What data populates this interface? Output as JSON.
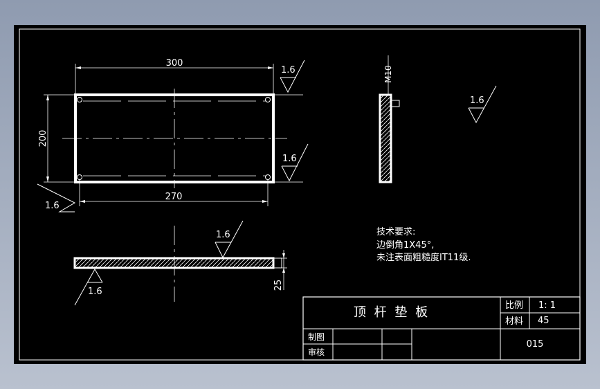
{
  "colors": {
    "background": "#000000",
    "lines": "#ffffff",
    "desktop": "#a3adbf"
  },
  "dimensions": {
    "width_top": "300",
    "width_holes": "270",
    "height": "200",
    "thickness": "25",
    "thread": "M10"
  },
  "roughness": {
    "top_right": "1.6",
    "right_side": "1.6",
    "left_bottom": "1.6",
    "section_top": "1.6",
    "section_bottom": "1.6",
    "general": "1.6"
  },
  "notes": {
    "heading": "技术要求:",
    "line1": "边倒角1X45°,",
    "line2": "未注表面粗糙度IT11级."
  },
  "title_block": {
    "part_name": "顶 杆 垫 板",
    "scale_label": "比例",
    "scale_value": "1: 1",
    "material_label": "材料",
    "material_value": "45",
    "drawn_label": "制图",
    "checked_label": "审核",
    "drawing_number": "015"
  }
}
